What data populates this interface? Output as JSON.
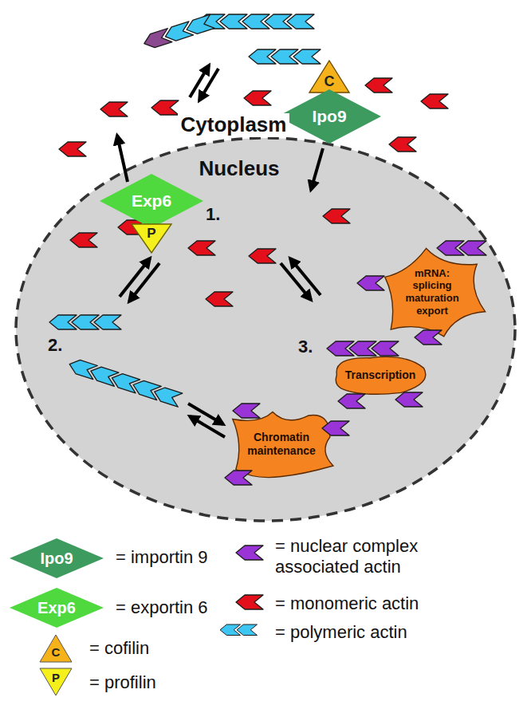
{
  "diagram": {
    "nodes": [
      {
        "text": [
          "C"
        ]
      },
      {
        "text": [
          "Ipo9"
        ]
      },
      {
        "text": [
          "Nucleus"
        ]
      },
      {
        "text": [
          "Exp6"
        ],
        "in": 2
      },
      {
        "text": [
          "P"
        ],
        "in": 2
      },
      {
        "text": [
          "mRNA: splicing maturation export"
        ],
        "in": 2
      },
      {
        "text": [
          "Transcription"
        ],
        "in": 2
      },
      {
        "text": [
          "Chromatin maintenance"
        ],
        "in": 2
      }
    ],
    "labels": [
      "Cytoplasm",
      "1.",
      "2.",
      "3.",
      "Ipo9",
      "Exp6",
      "C",
      "P"
    ],
    "legend": [
      {
        "text": "= importin 9",
        "color": "#3d9b5f"
      },
      {
        "text": "= exportin 6",
        "color": "#4fd93f"
      },
      {
        "text": "= cofilin",
        "color": "#f6b21b"
      },
      {
        "text": "= profilin",
        "color": "#f5ef1c"
      },
      {
        "text": "= nuclear complex associated actin",
        "color": "#9a34d6"
      },
      {
        "text": "= monomeric actin",
        "color": "#e3101b"
      },
      {
        "text": "= polymeric actin",
        "color": "#3ec6f2"
      }
    ]
  }
}
